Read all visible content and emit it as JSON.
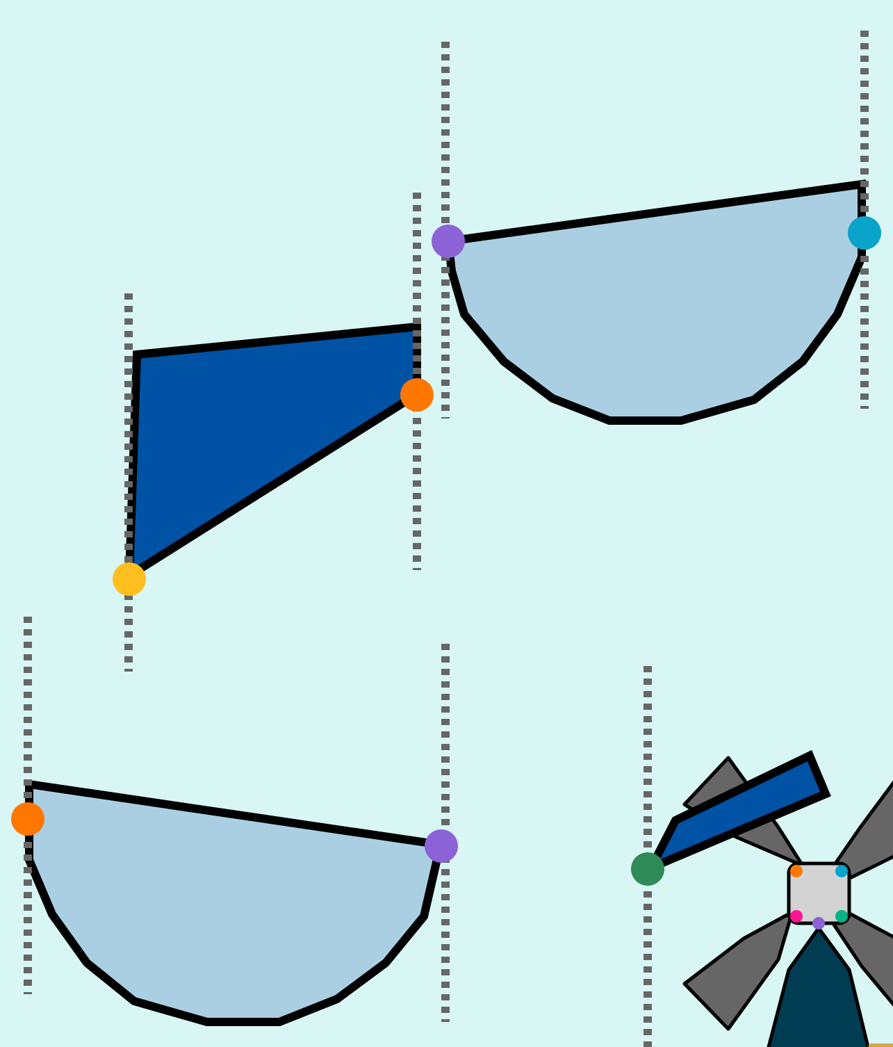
{
  "colors": {
    "background": "#d8f6f3",
    "bowl_fill": "#abcfe2",
    "wing_fill": "#0052a5",
    "outline": "#000000",
    "guide_line": "#666666",
    "blade": "#666666",
    "hub": "#d3d3d3",
    "tower": "#003d52"
  },
  "shapes": [
    {
      "name": "bowl-upper-right",
      "kind": "bowl",
      "fill": "#abcfe2"
    },
    {
      "name": "wing-middle-left",
      "kind": "quadrilateral",
      "fill": "#0052a5"
    },
    {
      "name": "bowl-lower-left",
      "kind": "bowl",
      "fill": "#abcfe2"
    },
    {
      "name": "windmill",
      "kind": "windmill",
      "fill": "#003d52"
    }
  ],
  "markers": [
    {
      "name": "purple-marker",
      "color": "#8b63d6"
    },
    {
      "name": "cyan-marker",
      "color": "#0aa3c9"
    },
    {
      "name": "orange-marker",
      "color": "#ff7700"
    },
    {
      "name": "yellow-marker",
      "color": "#ffbf1f"
    },
    {
      "name": "green-marker",
      "color": "#2e8b57"
    },
    {
      "name": "pink-marker",
      "color": "#ff1493"
    },
    {
      "name": "teal-marker",
      "color": "#00b386"
    }
  ]
}
